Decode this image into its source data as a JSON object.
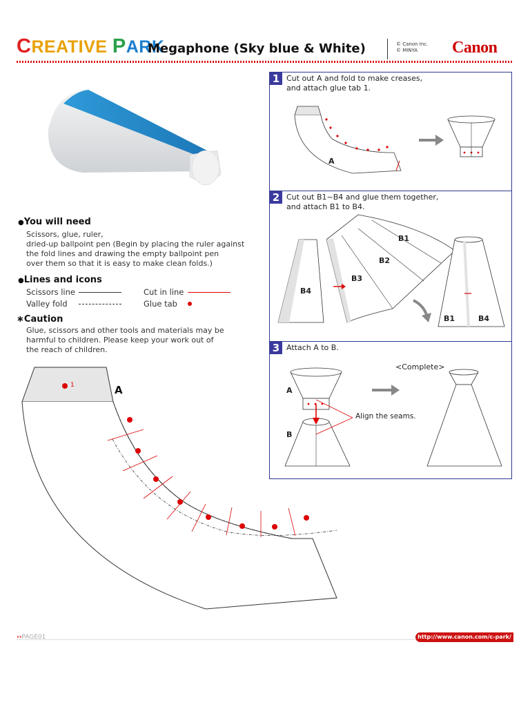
{
  "header": {
    "brand_parts": [
      "C",
      "REATIVE ",
      "P",
      "ARK"
    ],
    "title": "Megaphone (Sky blue & White)",
    "copyright_line1": "© Canon Inc.",
    "copyright_line2": "© MINYA",
    "logo": "Canon"
  },
  "intro": {
    "need_heading": "You will need",
    "need_text": "Scissors, glue, ruler,\ndried-up ballpoint pen (Begin by placing the ruler against\nthe fold lines and drawing the empty ballpoint pen\nover them so that it is easy to make clean folds.)",
    "lines_heading": "Lines and icons",
    "scissors_line": "Scissors line",
    "cut_in_line": "Cut in line",
    "valley_fold": "Valley fold",
    "glue_tab": "Glue tab",
    "caution_heading": "Caution",
    "caution_text": "Glue, scissors and other tools and materials may be\nharmful to children. Please keep your work out of\nthe reach of children.",
    "bullet": "●",
    "asterisk": "∗"
  },
  "steps": [
    {
      "num": "1",
      "text": "Cut out A and fold to make creases,\nand attach glue tab 1.",
      "label_a": "A"
    },
    {
      "num": "2",
      "text": "Cut out B1~B4 and glue them together,\nand attach B1 to B4.",
      "b1": "B1",
      "b2": "B2",
      "b3": "B3",
      "b4": "B4"
    },
    {
      "num": "3",
      "text": "Attach A to B.",
      "complete": "<Complete>",
      "label_a": "A",
      "label_b": "B",
      "align": "Align the seams."
    }
  ],
  "template": {
    "part_label": "A",
    "glue_tab_number": "1"
  },
  "footer": {
    "page": "PAGE01",
    "page_arrows": "››",
    "url": "http://www.canon.com/c-park/"
  },
  "colors": {
    "accent_red": "#cc0000",
    "step_blue": "#2f3a8f",
    "sky_blue": "#2a8fd0"
  }
}
